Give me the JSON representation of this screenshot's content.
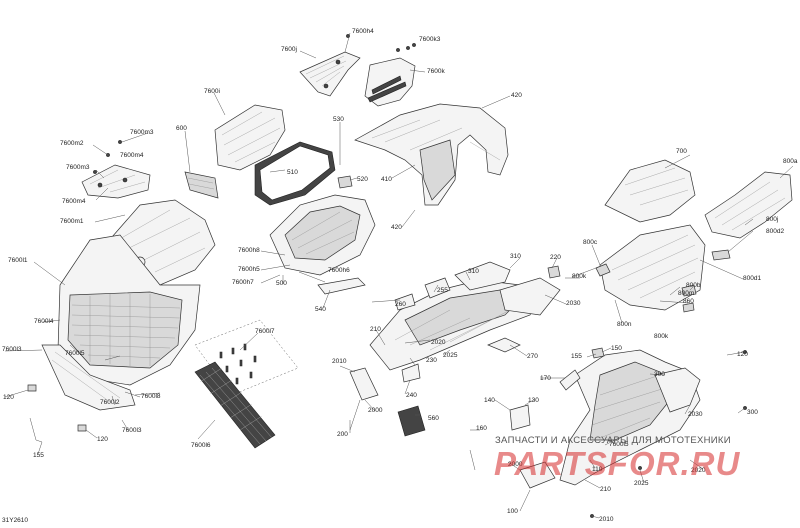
{
  "diagram": {
    "id": "31Y2610",
    "watermark": {
      "line1": "ЗАПЧАСТИ И АКСЕССУАРЫ ДЛЯ МОТОТЕХНИКИ",
      "logo": "PARTSFOR.RU",
      "color": "#d62a2a"
    },
    "labels": {
      "l7600h4": "7600h4",
      "l7600j": "7600j",
      "l7600k3": "7600k3",
      "l7600k": "7600k",
      "l420": "420",
      "l7600i": "7600i",
      "l600": "600",
      "l530": "530",
      "l7600m2": "7600m2",
      "l7600m3": "7600m3",
      "l7600m4a": "7600m4",
      "l7600m3b": "7600m3",
      "l7600m4b": "7600m4",
      "l510": "510",
      "l520": "520",
      "l410": "410",
      "l700": "700",
      "l800a": "800a",
      "l7600m1": "7600m1",
      "l800j": "800j",
      "l800d2": "800d2",
      "l420b": "420",
      "l800c": "800c",
      "l7600l1": "7600l1",
      "l7600h8": "7600h8",
      "l7600h5": "7600h5",
      "l7600h6": "7600h6",
      "l7600h7": "7600h7",
      "l310": "310",
      "l310b": "310",
      "l220": "220",
      "l800k": "800k",
      "l800d1": "800d1",
      "l800b": "800b",
      "l255": "255",
      "l800m": "800m",
      "l860": "860",
      "l500": "500",
      "l540": "540",
      "l260": "260",
      "l2030": "2030",
      "l800n": "800n",
      "l7600l4": "7600l4",
      "l7600l7": "7600l7",
      "l210": "210",
      "l2020": "2020",
      "l800k2": "800k",
      "l7600l3": "7600l3",
      "l7600l5": "7600l5",
      "l2025": "2025",
      "l270": "270",
      "l150": "150",
      "l155": "155",
      "l120": "120",
      "l2010": "2010",
      "l230": "230",
      "l170": "170",
      "l300": "300",
      "l7600l6": "7600l6",
      "l120b": "120",
      "l7600l2": "7600l2",
      "l240": "240",
      "l7600l8": "7600l8",
      "l2000": "2000",
      "l140": "140",
      "l130": "130",
      "l2030b": "2030",
      "l300b": "300",
      "l120c": "120",
      "l7600l9": "7600l3",
      "l560": "560",
      "l160": "160",
      "l200": "200",
      "l155b": "155",
      "l7600l10": "7600l5",
      "l2000b": "2000",
      "l110": "110",
      "l2020b": "2020",
      "l2025b": "2025",
      "l210b": "210",
      "l100": "100",
      "l2010b": "2010"
    }
  }
}
